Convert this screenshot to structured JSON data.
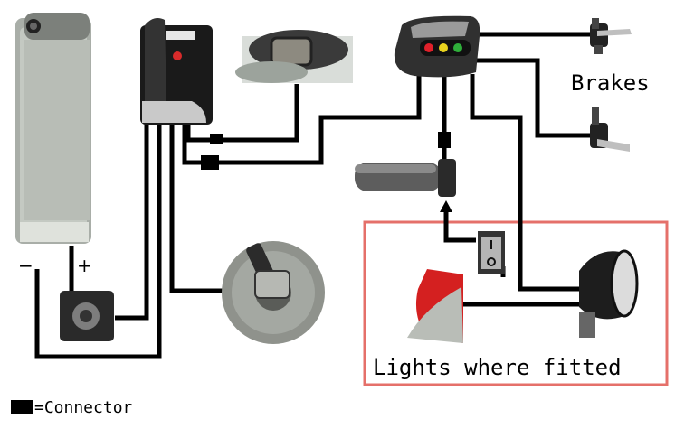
{
  "labels": {
    "brakes": "Brakes",
    "lights": "Lights where fitted",
    "minus": "−",
    "plus": "+",
    "legend_text": "=Connector"
  },
  "colors": {
    "wire": "#000000",
    "lights_box": "#e5706a",
    "battery": "#9aa09a",
    "controller": "#151515",
    "led_red": "#e0202a",
    "led_yellow": "#e8d21e",
    "led_green": "#2fae3a"
  },
  "components": {
    "battery": "battery-pack",
    "controller": "controller-unit",
    "sensor": "pedal-sensor",
    "display": "handlebar-display",
    "brakes": [
      "brake-lever-top",
      "brake-lever-bottom"
    ],
    "throttle": "twist-grip-throttle",
    "switch": "light-switch",
    "tail_light": "rear-light",
    "head_light": "headlight",
    "key_lock": "key-switch",
    "motor": "hub-motor"
  }
}
